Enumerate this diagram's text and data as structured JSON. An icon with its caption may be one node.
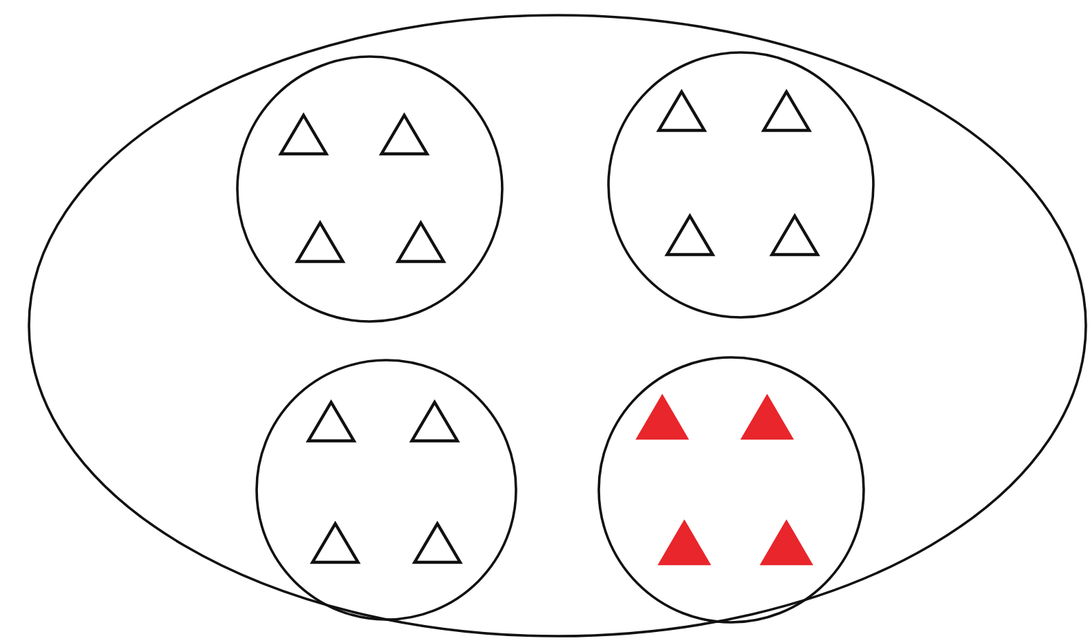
{
  "diagram": {
    "nodes": [
      {
        "text": [],
        "shape": "ellipse"
      },
      {
        "text": [],
        "shape": "circle",
        "in": 0
      },
      {
        "text": [],
        "shape": "triangle",
        "in": 1
      },
      {
        "text": [],
        "shape": "triangle",
        "in": 1
      },
      {
        "text": [],
        "shape": "triangle",
        "in": 1
      },
      {
        "text": [],
        "shape": "triangle",
        "in": 1
      },
      {
        "text": [],
        "shape": "circle",
        "in": 0
      },
      {
        "text": [],
        "shape": "triangle",
        "in": 6
      },
      {
        "text": [],
        "shape": "triangle",
        "in": 6
      },
      {
        "text": [],
        "shape": "triangle",
        "in": 6
      },
      {
        "text": [],
        "shape": "triangle",
        "in": 6
      },
      {
        "text": [],
        "shape": "circle",
        "in": 0
      },
      {
        "text": [],
        "shape": "triangle",
        "in": 11
      },
      {
        "text": [],
        "shape": "triangle",
        "in": 11
      },
      {
        "text": [],
        "shape": "triangle",
        "in": 11
      },
      {
        "text": [],
        "shape": "triangle",
        "in": 11
      },
      {
        "text": [],
        "shape": "circle",
        "in": 0
      },
      {
        "text": [],
        "shape": "triangle",
        "in": 16
      },
      {
        "text": [],
        "shape": "triangle",
        "in": 16
      },
      {
        "text": [],
        "shape": "triangle",
        "in": 16
      },
      {
        "text": [],
        "shape": "triangle",
        "in": 16
      }
    ]
  }
}
